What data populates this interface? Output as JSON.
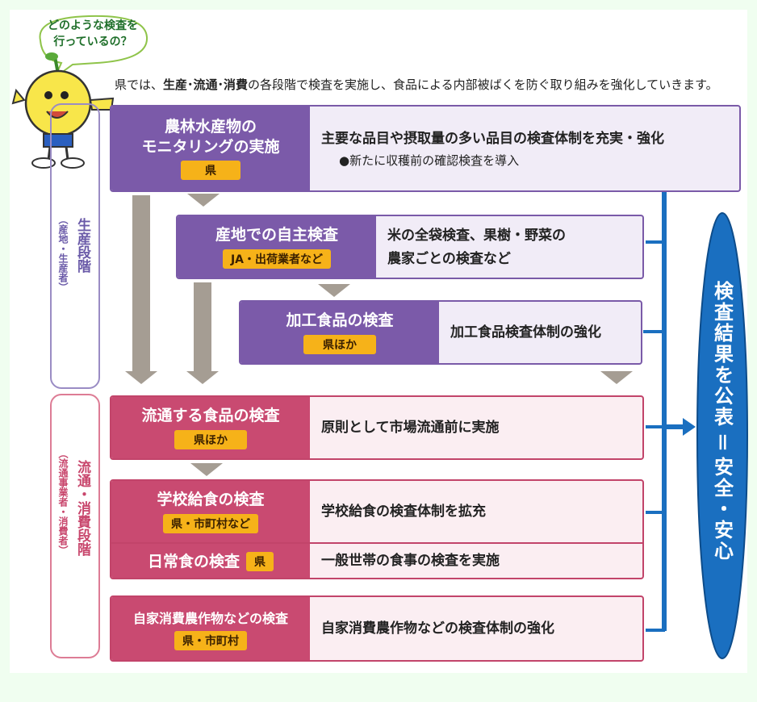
{
  "speech_bubble": {
    "line1": "どのような検査を",
    "line2": "行っているの？"
  },
  "intro": {
    "prefix": "県では、",
    "highlight": "生産･流通･消費",
    "suffix": "の各段階で検査を実施し、食品による内部被ばくを防ぐ取り組みを強化していきます。"
  },
  "stages": {
    "production": {
      "main": "生産段階",
      "sub": "（産地・生産者）"
    },
    "distribution": {
      "main": "流通・消費段階",
      "sub": "（流通事業者・消費者）"
    }
  },
  "boxes": {
    "monitoring": {
      "title1": "農林水産物の",
      "title2": "モニタリングの実施",
      "tag": "県",
      "desc1": "主要な品目や摂取量の多い品目の検査体制を充実・強化",
      "desc2": "●新たに収穫前の確認検査を導入"
    },
    "origin": {
      "title": "産地での自主検査",
      "tag": "JA・出荷業者など",
      "desc1": "米の全袋検査、果樹・野菜の",
      "desc2": "農家ごとの検査など"
    },
    "processed": {
      "title": "加工食品の検査",
      "tag": "県ほか",
      "desc": "加工食品検査体制の強化"
    },
    "distributed": {
      "title": "流通する食品の検査",
      "tag": "県ほか",
      "desc": "原則として市場流通前に実施"
    },
    "school": {
      "title": "学校給食の検査",
      "tag": "県・市町村など",
      "desc": "学校給食の検査体制を拡充"
    },
    "daily": {
      "title": "日常食の検査",
      "tag": "県",
      "desc": "一般世帯の食事の検査を実施"
    },
    "homegrown": {
      "title": "自家消費農作物などの検査",
      "tag": "県・市町村",
      "desc": "自家消費農作物などの検査体制の強化"
    }
  },
  "result": {
    "text1": "検査結果を公表",
    "eq": "＝",
    "text2": "安全・安心"
  },
  "colors": {
    "purple": "#7b5aa9",
    "pink": "#c94a71",
    "tag": "#f6b219",
    "blue": "#1a6fc0",
    "arrow": "#a59d93"
  }
}
